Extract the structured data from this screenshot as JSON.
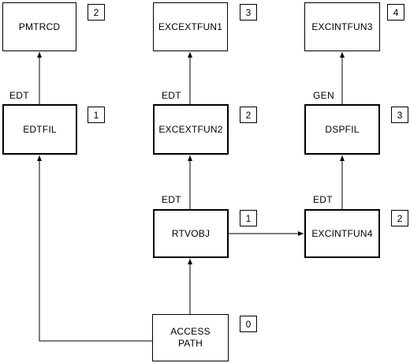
{
  "nodes": {
    "pmtrcd": {
      "label": "PMTRCD",
      "level": "2"
    },
    "edtfil": {
      "label": "EDTFIL",
      "level": "1"
    },
    "excextfun1": {
      "label": "EXCEXTFUN1",
      "level": "3"
    },
    "excextfun2": {
      "label": "EXCEXTFUN2",
      "level": "2"
    },
    "excintfun3": {
      "label": "EXCINTFUN3",
      "level": "4"
    },
    "dspfil": {
      "label": "DSPFIL",
      "level": "3"
    },
    "rtvobj": {
      "label": "RTVOBJ",
      "level": "1"
    },
    "excintfun4": {
      "label": "EXCINTFUN4",
      "level": "2"
    },
    "access_path": {
      "label": "ACCESS\nPATH",
      "level": "0"
    }
  },
  "edge_labels": {
    "edtfil_to_pmtrcd": "EDT",
    "excextfun2_to_excextfun1": "EDT",
    "dspfil_to_excintfun3": "GEN",
    "rtvobj_to_excextfun2": "EDT",
    "excintfun4_to_dspfil": "EDT"
  },
  "colors": {
    "stroke": "#000000",
    "background": "#ffffff"
  }
}
